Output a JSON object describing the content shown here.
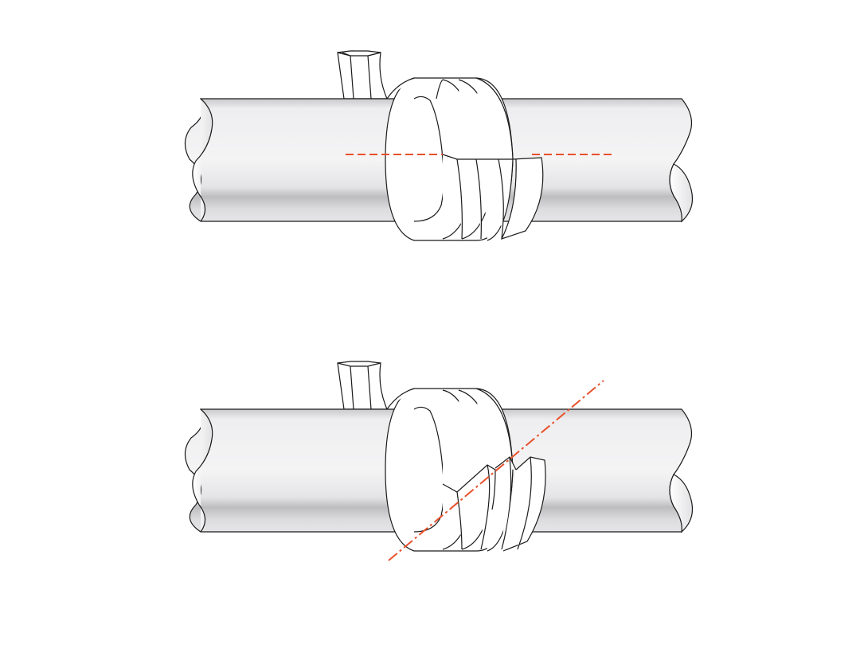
{
  "figures": [
    {
      "id": "top",
      "cut": "horizontal"
    },
    {
      "id": "bottom",
      "cut": "diagonal"
    }
  ],
  "colors": {
    "outline": "#1a1a1a",
    "pipe_light": "#f4f4f5",
    "pipe_mid": "#dedee0",
    "pipe_dark": "#b9b9bc",
    "coil_face": "#ffffff",
    "cut_line": "#e8502a"
  }
}
